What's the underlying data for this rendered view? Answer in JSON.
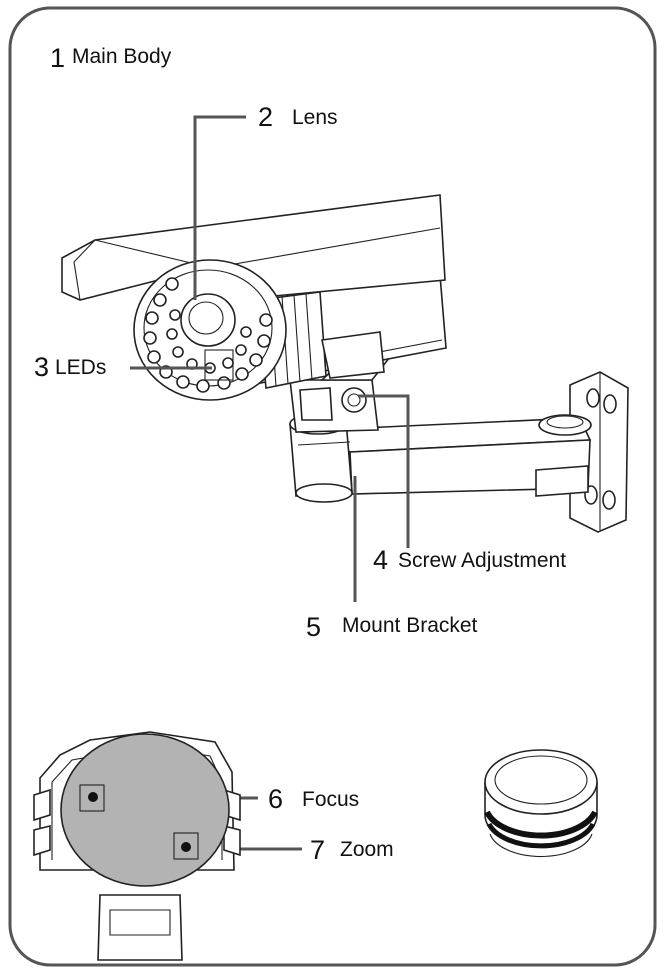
{
  "labels": {
    "main_body": {
      "num": "1",
      "text": "Main Body"
    },
    "lens": {
      "num": "2",
      "text": "Lens"
    },
    "leds": {
      "num": "3",
      "text": "LEDs"
    },
    "screw_adjustment": {
      "num": "4",
      "text": "Screw Adjustment"
    },
    "mount_bracket": {
      "num": "5",
      "text": "Mount Bracket"
    },
    "focus": {
      "num": "6",
      "text": "Focus"
    },
    "zoom": {
      "num": "7",
      "text": "Zoom"
    }
  },
  "colors": {
    "frame": "#555555",
    "leader": "#555555",
    "rear_plate": "#b3b3b3",
    "outline": "#222222"
  }
}
